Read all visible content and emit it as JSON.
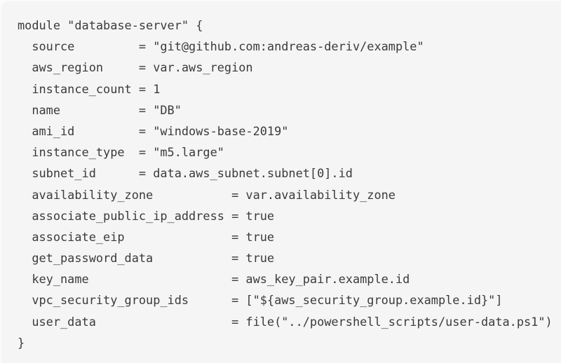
{
  "code": {
    "lines": [
      "module \"database-server\" {",
      "  source         = \"git@github.com:andreas-deriv/example\"",
      "  aws_region     = var.aws_region",
      "  instance_count = 1",
      "  name           = \"DB\"",
      "  ami_id         = \"windows-base-2019\"",
      "  instance_type  = \"m5.large\"",
      "  subnet_id      = data.aws_subnet.subnet[0].id",
      "  availability_zone           = var.availability_zone",
      "  associate_public_ip_address = true",
      "  associate_eip               = true",
      "  get_password_data           = true",
      "  key_name                    = aws_key_pair.example.id",
      "  vpc_security_group_ids      = [\"${aws_security_group.example.id}\"]",
      "  user_data                   = file(\"../powershell_scripts/user-data.ps1\")",
      "}"
    ]
  },
  "colors": {
    "page_background": "#fbfbfc",
    "card_background": "#f5f5f6",
    "text": "#3b3b3b"
  }
}
